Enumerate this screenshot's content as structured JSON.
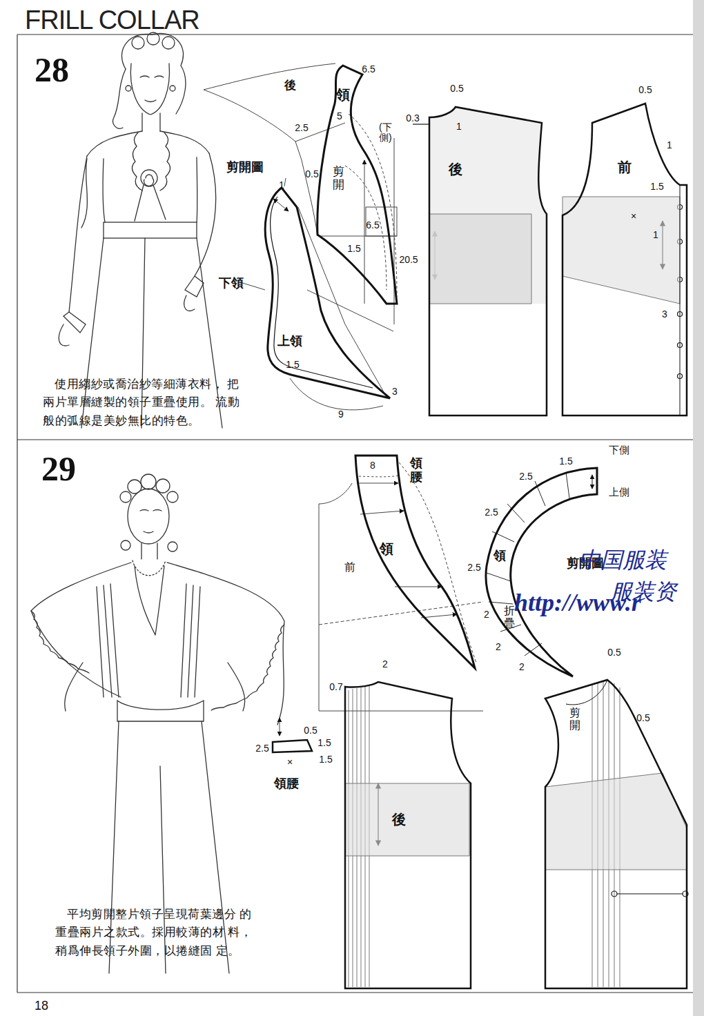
{
  "diagram": {
    "title": "FRILL COLLAR",
    "nodes": [
      {
        "text": [
          "領",
          "剪開"
        ]
      },
      {
        "text": [
          "上領"
        ]
      },
      {
        "text": [
          "後"
        ]
      },
      {
        "text": [
          "前"
        ]
      },
      {
        "text": [
          "領"
        ]
      },
      {
        "text": [
          "領"
        ]
      },
      {
        "text": [
          "後"
        ]
      },
      {
        "text": [
          "剪開"
        ]
      }
    ],
    "labels": [
      "28",
      "使用縐紗或喬治紗等細薄衣料， 把兩片單層縫製的領子重疊使用。 流動般的弧線是美妙無比的特色。",
      "後",
      "6.5",
      "5",
      "2.5",
      "0.5",
      "剪開圖",
      "1",
      "6.5",
      "1.5",
      "20.5",
      "下領",
      "1.5",
      "3",
      "9",
      "0.5",
      "0.3",
      "1",
      "0.5",
      "1",
      "1.5",
      "×",
      "1",
      "3",
      "29",
      "平均剪開整片領子呈現荷葉邊分 的重疊兩片之款式。採用較薄的材 料，稍爲伸長領子外圍，以捲縫固 定。",
      "8",
      "領腰",
      "前",
      "2",
      "0.7",
      "下側",
      "1.5",
      "上側",
      "2.5",
      "2.5",
      "2.5",
      "剪開圖",
      "2",
      "2",
      "2",
      "0.5",
      "0.5",
      "2.5",
      "1.5",
      "1.5",
      "×",
      "領腰",
      "0.5",
      "折疊",
      "中国服装",
      "http://www.r",
      "服装资",
      "18",
      "(下側)"
    ]
  }
}
